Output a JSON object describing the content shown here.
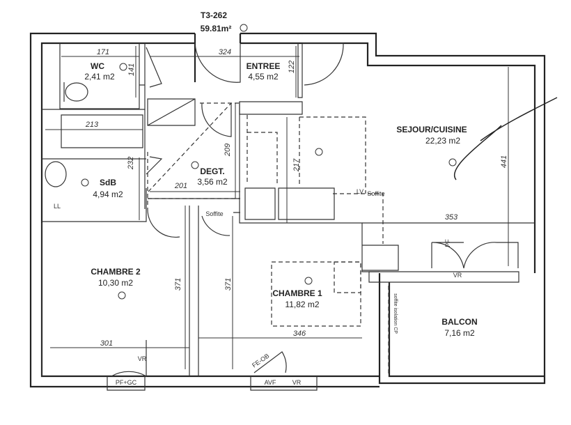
{
  "plan": {
    "unit_name": "T3-262",
    "total_area": "59.81m²"
  },
  "rooms": {
    "wc": {
      "name": "WC",
      "area": "2,41 m2"
    },
    "entree": {
      "name": "ENTREE",
      "area": "4,55 m2"
    },
    "sejour": {
      "name": "SEJOUR/CUISINE",
      "area": "22,23 m2"
    },
    "degt": {
      "name": "DEGT.",
      "area": "3,56 m2"
    },
    "sdb": {
      "name": "SdB",
      "area": "4,94 m2"
    },
    "chambre2": {
      "name": "CHAMBRE 2",
      "area": "10,30 m2"
    },
    "chambre1": {
      "name": "CHAMBRE 1",
      "area": "11,82 m2"
    },
    "balcon": {
      "name": "BALCON",
      "area": "7,16 m2"
    }
  },
  "dimensions": {
    "wc_width": "171",
    "entree_width": "324",
    "wc_depth": "141",
    "entree_depth": "122",
    "bath_length": "213",
    "sdb_depth": "232",
    "degt_depth": "209",
    "kitchen_depth": "217",
    "degt_width": "201",
    "sejour_depth": "441",
    "sejour_width": "353",
    "chambre2_depth": "371",
    "chambre1_depth": "371",
    "chambre1_width": "346",
    "chambre2_width": "301"
  },
  "annotations": {
    "soffite_1": "Soffite",
    "soffite_2": "Soffite",
    "lv": "LV",
    "ll": "LL",
    "vr_chambre2": "VR",
    "pf_gc": "PF+GC",
    "avf": "AVF",
    "vr_chambre1": "VR",
    "fe_ob": "FE-OB",
    "vr_sejour": "VR",
    "pf_sejour": "PF",
    "soffite_isolation": "soffite isolation CP"
  }
}
